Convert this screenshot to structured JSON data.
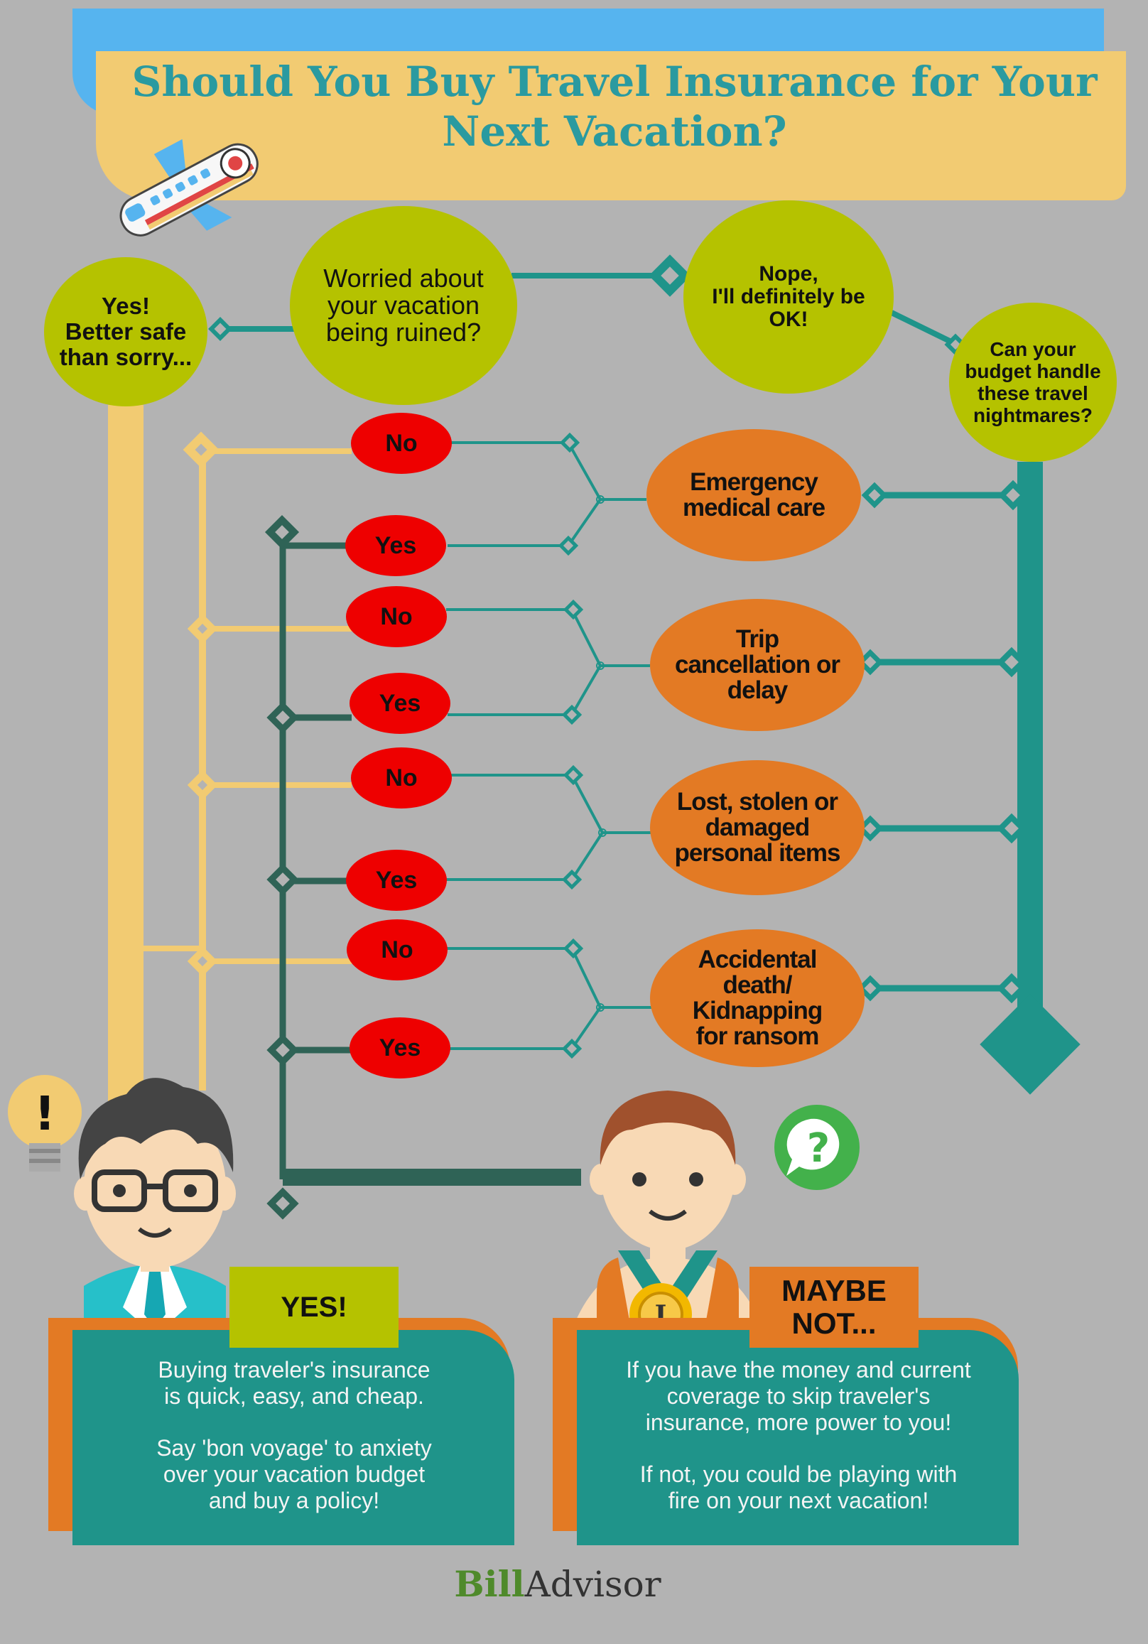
{
  "title": "Should You Buy Travel Insurance for Your Next Vacation?",
  "start_question": [
    "Worried about",
    "your vacation",
    "being ruined?"
  ],
  "yes_answer": [
    "Yes!",
    "Better safe",
    "than sorry..."
  ],
  "nope_answer": [
    "Nope,",
    "I'll definitely be",
    "OK!"
  ],
  "budget_question": [
    "Can your",
    "budget handle",
    "these travel",
    "nightmares?"
  ],
  "nightmares": [
    {
      "lines": [
        "Emergency",
        "medical care"
      ],
      "no": "No",
      "yes": "Yes"
    },
    {
      "lines": [
        "Trip",
        "cancellation or",
        "delay"
      ],
      "no": "No",
      "yes": "Yes"
    },
    {
      "lines": [
        "Lost, stolen or",
        "damaged",
        "personal items"
      ],
      "no": "No",
      "yes": "Yes"
    },
    {
      "lines": [
        "Accidental",
        "death/",
        "Kidnapping",
        "for ransom"
      ],
      "no": "No",
      "yes": "Yes"
    }
  ],
  "outcomes": {
    "yes_label": "YES!",
    "yes_text_1": [
      "Buying traveler's insurance",
      "is quick, easy, and cheap."
    ],
    "yes_text_2": [
      "Say 'bon voyage' to anxiety",
      "over your vacation budget",
      "and buy a policy!"
    ],
    "maybe_label": [
      "MAYBE",
      "NOT..."
    ],
    "maybe_text_1": [
      "If you have the money and current",
      "coverage to skip traveler's",
      "insurance, more power to you!"
    ],
    "maybe_text_2": [
      "If not, you could be playing with",
      "fire on your next vacation!"
    ]
  },
  "icons": {
    "exclaim": "!",
    "question": "?",
    "medal": "I"
  },
  "logo": {
    "part1": "Bill",
    "part2": "Advisor"
  },
  "colors": {
    "background": "#b3b3b3",
    "title": "#2a9aa0",
    "green": "#b5c200",
    "red": "#ee0000",
    "orange": "#e37a24",
    "teal": "#1f948a",
    "dark_green": "#2f6356",
    "yellow": "#f2cb72"
  }
}
